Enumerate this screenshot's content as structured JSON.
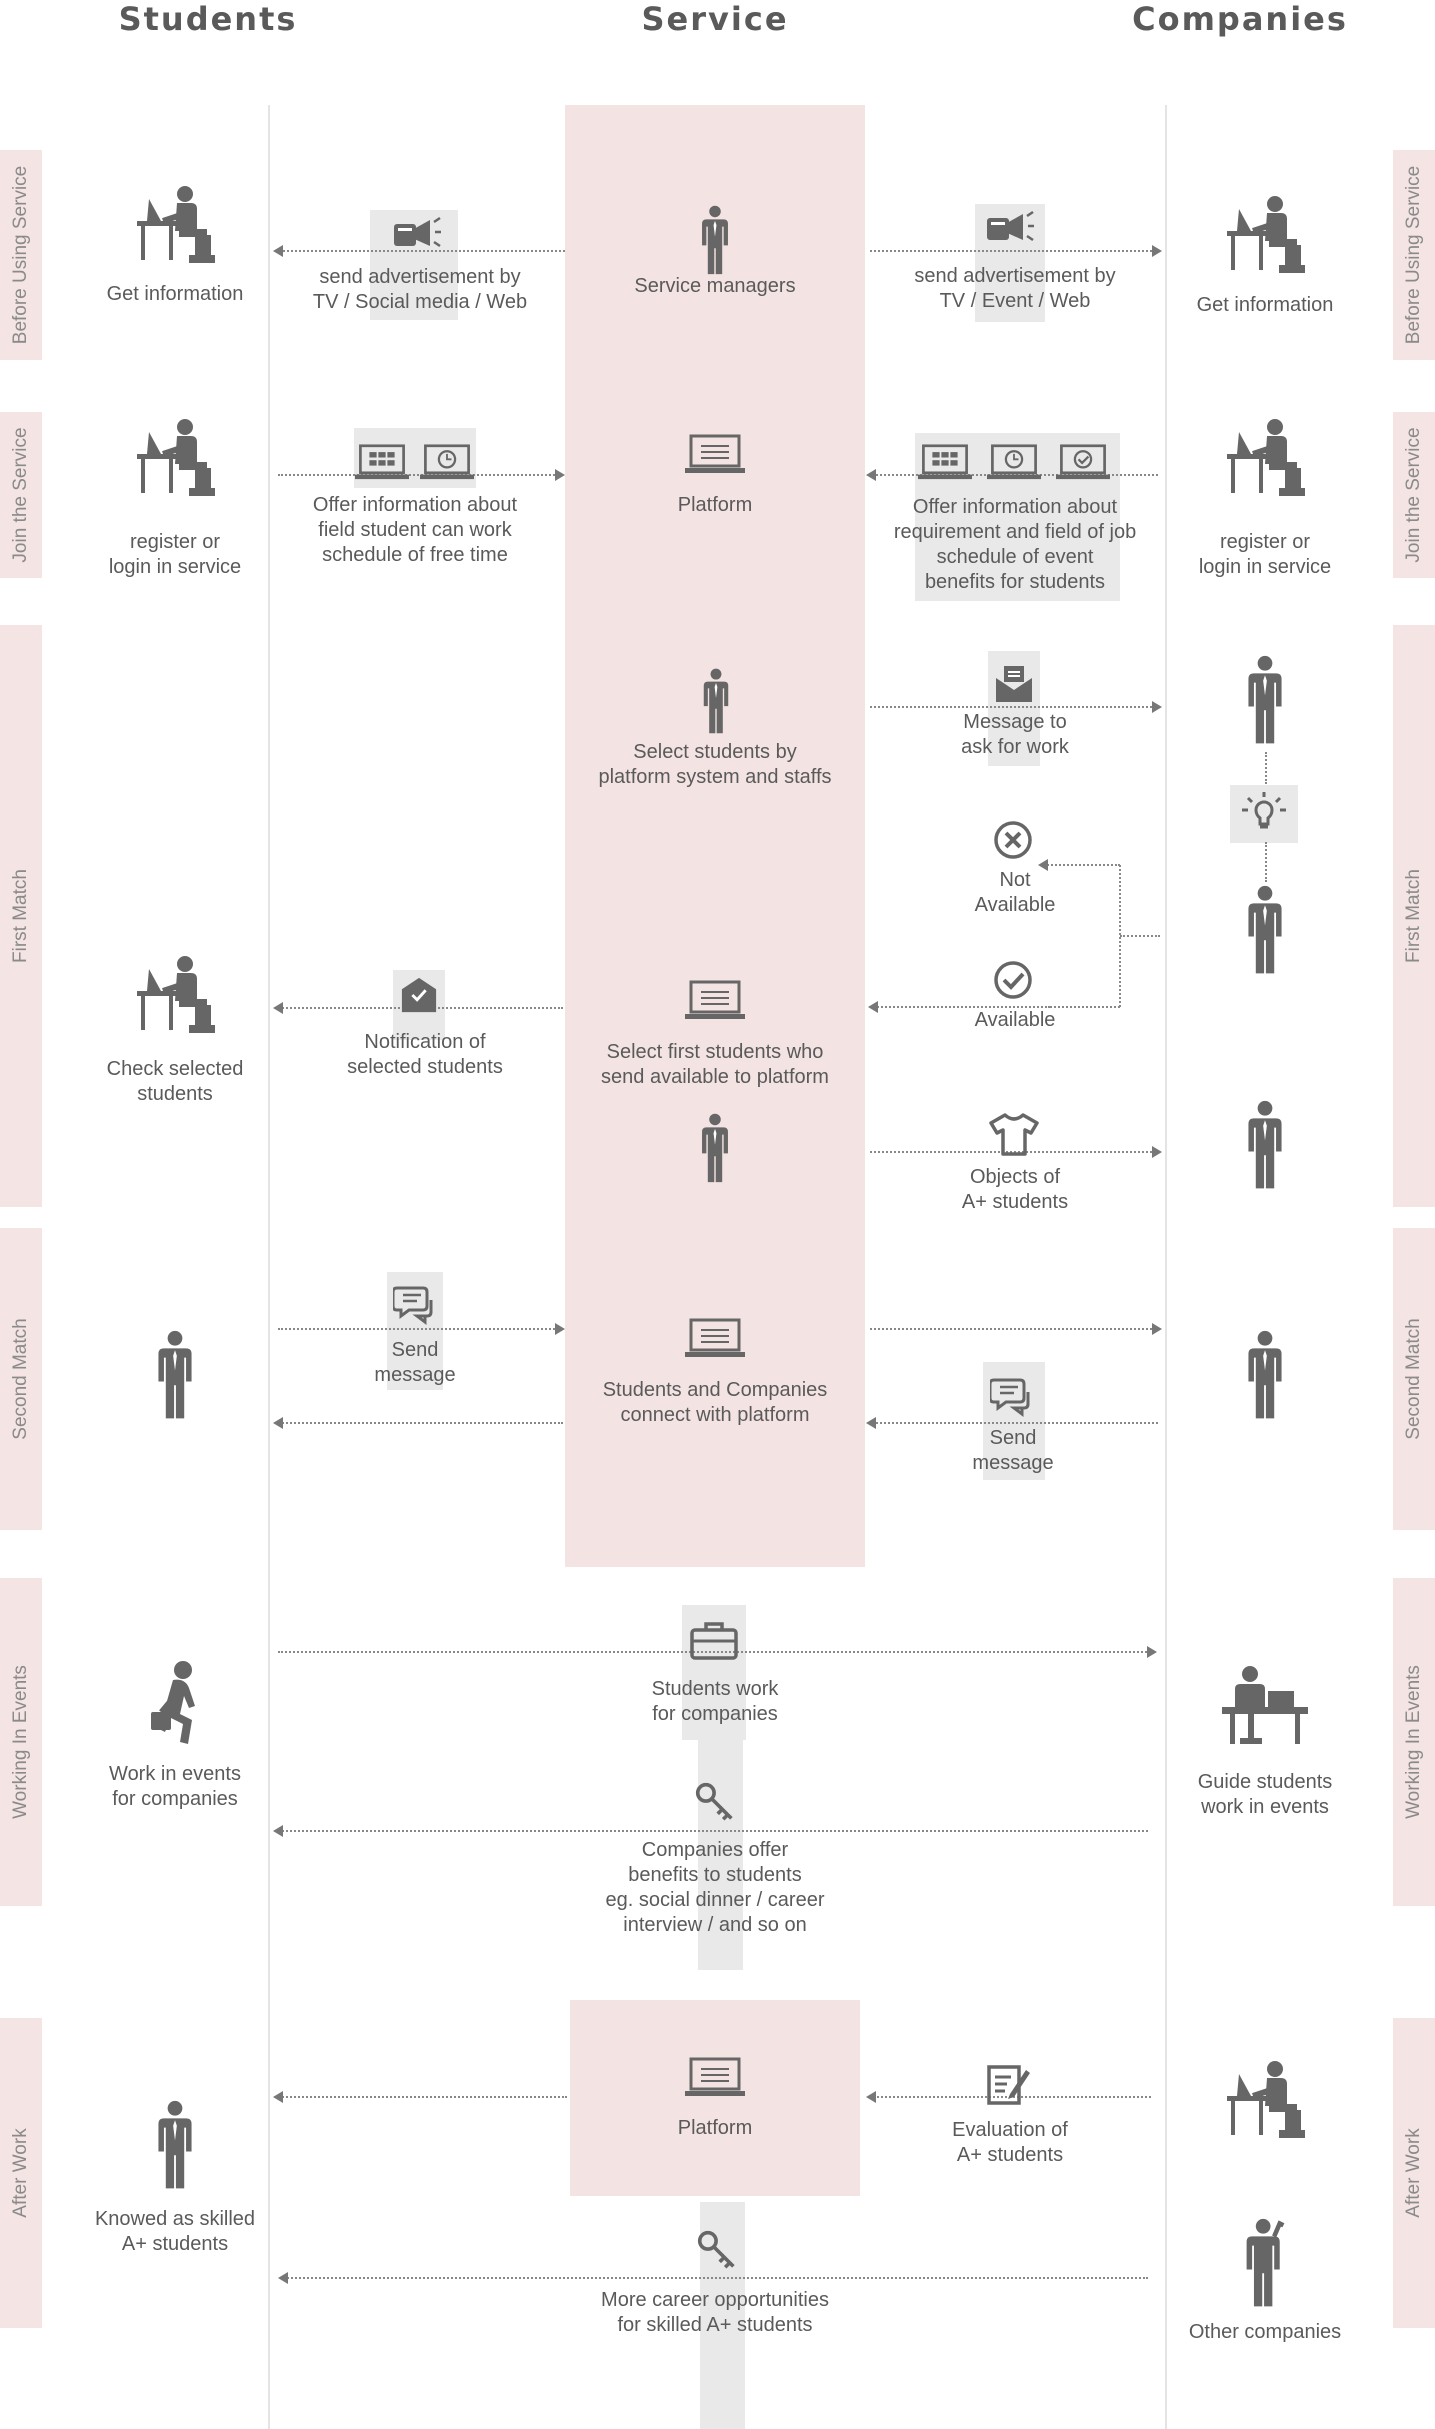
{
  "columns": {
    "students": "Students",
    "service": "Service",
    "companies": "Companies"
  },
  "phases": {
    "before": "Before Using Service",
    "join": "Join the Service",
    "first": "First Match",
    "second": "Second Match",
    "working": "Working In Events",
    "after": "After Work"
  },
  "row1": {
    "student": "Get information",
    "ad_students": "send advertisement by\nTV / Social media / Web",
    "service": "Service managers",
    "ad_companies": "send advertisement by\nTV / Event / Web",
    "company": "Get information"
  },
  "row2": {
    "student": "register or\nlogin in service",
    "offer_students": "Offer information about\nfield student can work\nschedule of free time",
    "service": "Platform",
    "offer_companies": "Offer information about\nrequirement and field of job\nschedule of event\nbenefits for students",
    "company": "register or\nlogin in service"
  },
  "row3": {
    "select": "Select students by\nplatform system and staffs",
    "message": "Message to\nask for work",
    "not_available": "Not\nAvailable",
    "available": "Available",
    "student": "Check selected\nstudents",
    "notification": "Notification of\nselected students",
    "select_first": "Select first students who\nsend available to platform",
    "objects": "Objects of\nA+ students"
  },
  "row4": {
    "send_students": "Send\nmessage",
    "service": "Students and Companies\nconnect with platform",
    "send_companies": "Send\nmessage"
  },
  "row5": {
    "student": "Work in events\nfor companies",
    "work": "Students work\nfor companies",
    "company": "Guide students\nwork in events",
    "benefits": "Companies offer\nbenefits to students\neg. social dinner / career\ninterview / and so on"
  },
  "row6": {
    "service": "Platform",
    "evaluation": "Evaluation of\nA+ students",
    "student": "Knowed as skilled\nA+ students",
    "opportunities": "More career opportunities\nfor skilled A+ students",
    "company": "Other companies"
  },
  "colors": {
    "pink": "#f4e3e3",
    "gray": "#e9e9e9",
    "icon": "#666666"
  }
}
